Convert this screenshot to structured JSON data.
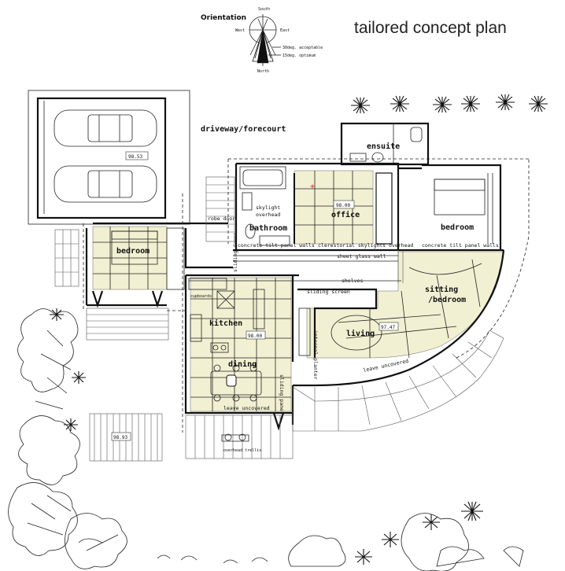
{
  "title": "tailored concept plan",
  "orientation": {
    "label": "Orientation",
    "north": "North",
    "south": "South",
    "east": "East",
    "west": "West",
    "acceptable": "30deg. acceptable",
    "optimum": "15deg. optimum"
  },
  "rooms": {
    "driveway": "driveway/forecourt",
    "ensuite": "ensuite",
    "bathroom": "bathroom",
    "office": "office",
    "bedroom_right": "bedroom",
    "bedroom_left": "bedroom",
    "sitting": "sitting",
    "sitting_bedroom": "/bedroom",
    "kitchen": "kitchen",
    "living": "living",
    "dining": "dining"
  },
  "notes": {
    "skylight": "skylight",
    "overhead": "overhead",
    "robe_door": "robe door",
    "concrete_walls": "concrete tilt panel walls",
    "clerestorial": "clerestorial skylights overhead",
    "concrete_walls_right": "concrete tilt panel walls",
    "sheet_glass": "sheet glass wall",
    "shelves": "shelves",
    "sliding_screen": "sliding screen",
    "sliding_panel": "sliding panel",
    "cupboards": "cupboards",
    "internal_planter": "internal planter",
    "leave_uncovered": "leave uncovered",
    "leave_uncovered_deck": "leave uncovered",
    "overhead_trellis": "overhead trellis",
    "sliding_doors": "sliding doors"
  },
  "levels": {
    "garage": "98.53",
    "office": "98.00",
    "kitchen": "98.00",
    "living": "97.47",
    "deck": "98.93"
  }
}
